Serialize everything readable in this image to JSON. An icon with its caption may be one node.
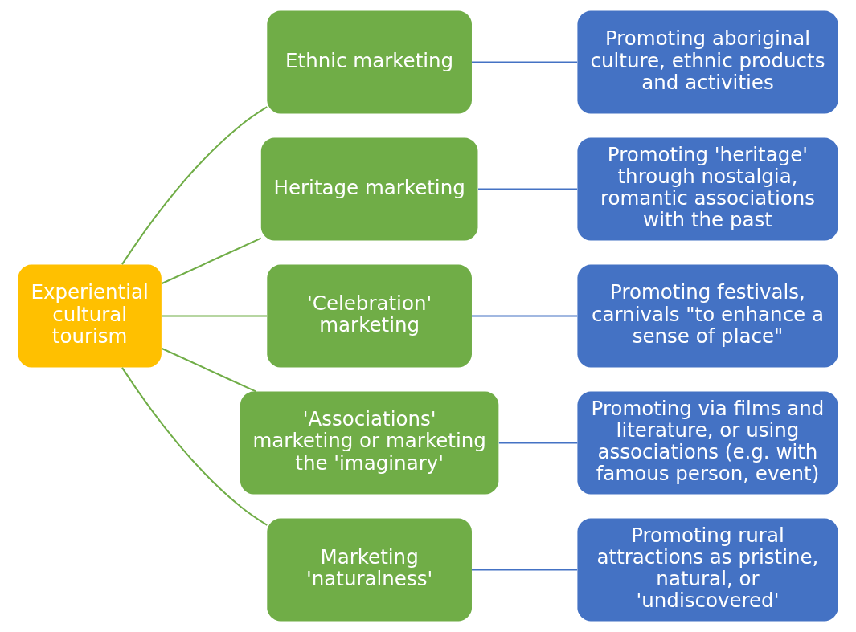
{
  "diagram": {
    "nodes": [
      {
        "text": [
          "Experiential cultural tourism"
        ]
      },
      {
        "text": [
          "Ethnic marketing"
        ]
      },
      {
        "text": [
          "Heritage marketing"
        ]
      },
      {
        "text": [
          "'Celebration' marketing"
        ]
      },
      {
        "text": [
          "'Associations' marketing or marketing the 'imaginary'"
        ]
      },
      {
        "text": [
          "Marketing 'naturalness'"
        ]
      },
      {
        "text": [
          "Promoting aboriginal culture, ethnic products and activities"
        ]
      },
      {
        "text": [
          "Promoting 'heritage' through nostalgia, romantic associations with the past"
        ]
      },
      {
        "text": [
          "Promoting festivals, carnivals \"to enhance a sense of place\""
        ]
      },
      {
        "text": [
          "Promoting via films and literature, or using associations (e.g. with famous person, event)"
        ]
      },
      {
        "text": [
          "Promoting rural attractions as pristine, natural, or 'undiscovered'"
        ]
      }
    ],
    "edges": [
      {
        "from": 0,
        "to": 1,
        "arrow": "none",
        "color": "#70ad47"
      },
      {
        "from": 0,
        "to": 2,
        "arrow": "none",
        "color": "#70ad47"
      },
      {
        "from": 0,
        "to": 3,
        "arrow": "none",
        "color": "#70ad47"
      },
      {
        "from": 0,
        "to": 4,
        "arrow": "none",
        "color": "#70ad47"
      },
      {
        "from": 0,
        "to": 5,
        "arrow": "none",
        "color": "#70ad47"
      },
      {
        "from": 1,
        "to": 6,
        "arrow": "none",
        "color": "#4472c4"
      },
      {
        "from": 2,
        "to": 7,
        "arrow": "none",
        "color": "#4472c4"
      },
      {
        "from": 3,
        "to": 8,
        "arrow": "none",
        "color": "#4472c4"
      },
      {
        "from": 4,
        "to": 9,
        "arrow": "none",
        "color": "#4472c4"
      },
      {
        "from": 5,
        "to": 10,
        "arrow": "none",
        "color": "#4472c4"
      }
    ]
  }
}
